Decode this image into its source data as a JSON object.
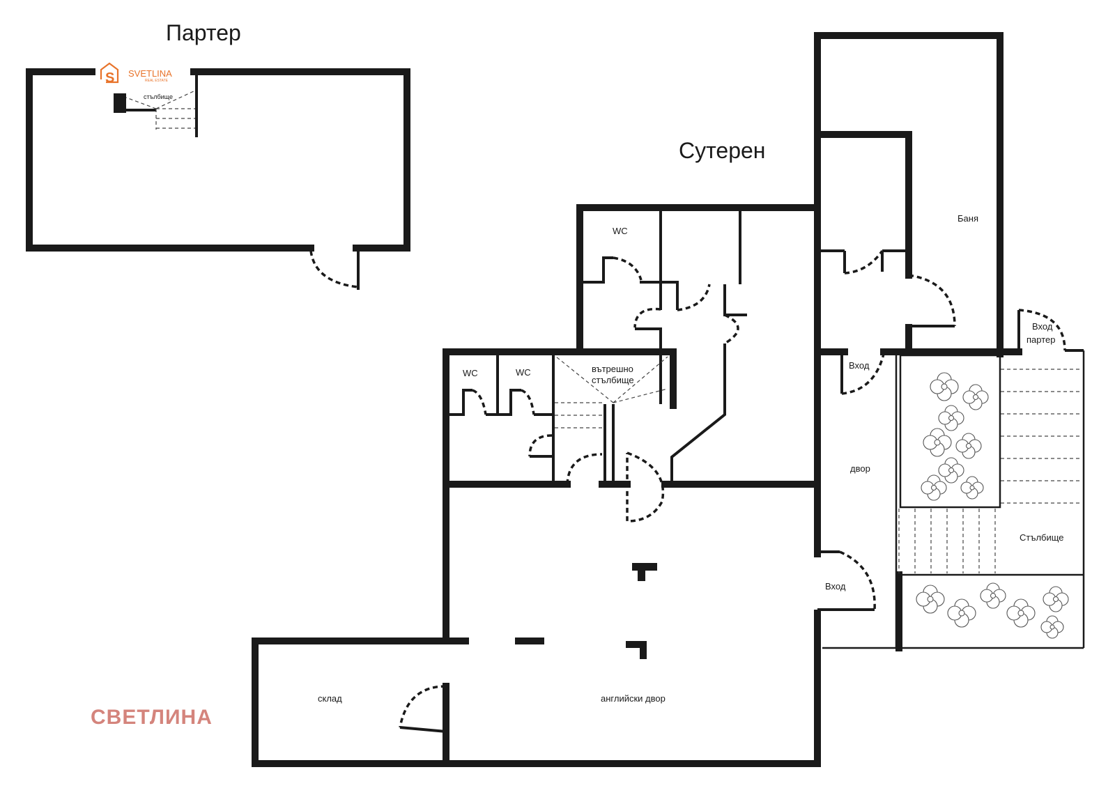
{
  "titles": {
    "ground_floor": "Партер",
    "basement": "Сутерен"
  },
  "logo": {
    "text": "SVETLINA",
    "subtext": "REAL ESTATE",
    "brand_color": "#e8732a"
  },
  "watermark": {
    "text": "СВЕТЛИНА",
    "color": "#d4847c"
  },
  "rooms": {
    "ground_stair": "стълбище",
    "wc_1": "WC",
    "wc_2": "WC",
    "wc_3": "WC",
    "inner_stair_line1": "вътрешно",
    "inner_stair_line2": "стълбище",
    "bath": "Баня",
    "entrance_1": "Вход",
    "entrance_ground_line1": "Вход",
    "entrance_ground_line2": "партер",
    "yard": "двор",
    "staircase": "Стълбище",
    "entrance_2": "Вход",
    "storage": "склад",
    "english_yard": "английски двор"
  },
  "colors": {
    "wall": "#1a1a1a",
    "background": "#ffffff"
  }
}
